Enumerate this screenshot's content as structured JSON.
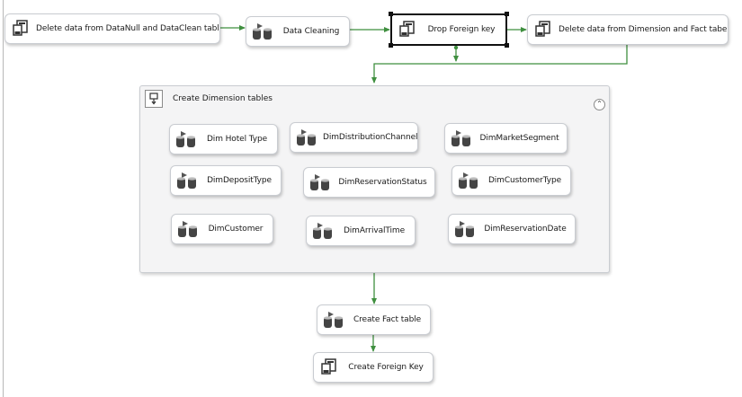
{
  "colors": {
    "flow": "#3f8f3f",
    "task_border": "#c9ccd1",
    "container_bg": "#f4f4f5",
    "selected_border": "#111111"
  },
  "tasks": {
    "delete_datanull": {
      "label": "Delete data from DataNull and DataClean table",
      "icon": "execute-sql-icon"
    },
    "data_cleaning": {
      "label": "Data Cleaning",
      "icon": "data-flow-icon"
    },
    "drop_fk": {
      "label": "Drop Foreign key",
      "icon": "execute-sql-icon",
      "selected": true
    },
    "delete_dim_fact": {
      "label": "Delete data from Dimension and Fact tabel",
      "icon": "execute-sql-icon"
    },
    "create_fact": {
      "label": "Create Fact table",
      "icon": "data-flow-icon"
    },
    "create_fk": {
      "label": "Create Foreign Key",
      "icon": "execute-sql-icon"
    }
  },
  "container": {
    "title": "Create Dimension tables",
    "icon": "sequence-container-icon",
    "collapse": "⌃",
    "items": [
      {
        "label": "Dim Hotel Type",
        "icon": "data-flow-icon"
      },
      {
        "label": "DimDistributionChannel",
        "icon": "data-flow-icon"
      },
      {
        "label": "DimMarketSegment",
        "icon": "data-flow-icon"
      },
      {
        "label": "DimDepositType",
        "icon": "data-flow-icon"
      },
      {
        "label": "DimReservationStatus",
        "icon": "data-flow-icon"
      },
      {
        "label": "DimCustomerType",
        "icon": "data-flow-icon"
      },
      {
        "label": "DimCustomer",
        "icon": "data-flow-icon"
      },
      {
        "label": "DimArrivalTime",
        "icon": "data-flow-icon"
      },
      {
        "label": "DimReservationDate",
        "icon": "data-flow-icon"
      }
    ]
  }
}
